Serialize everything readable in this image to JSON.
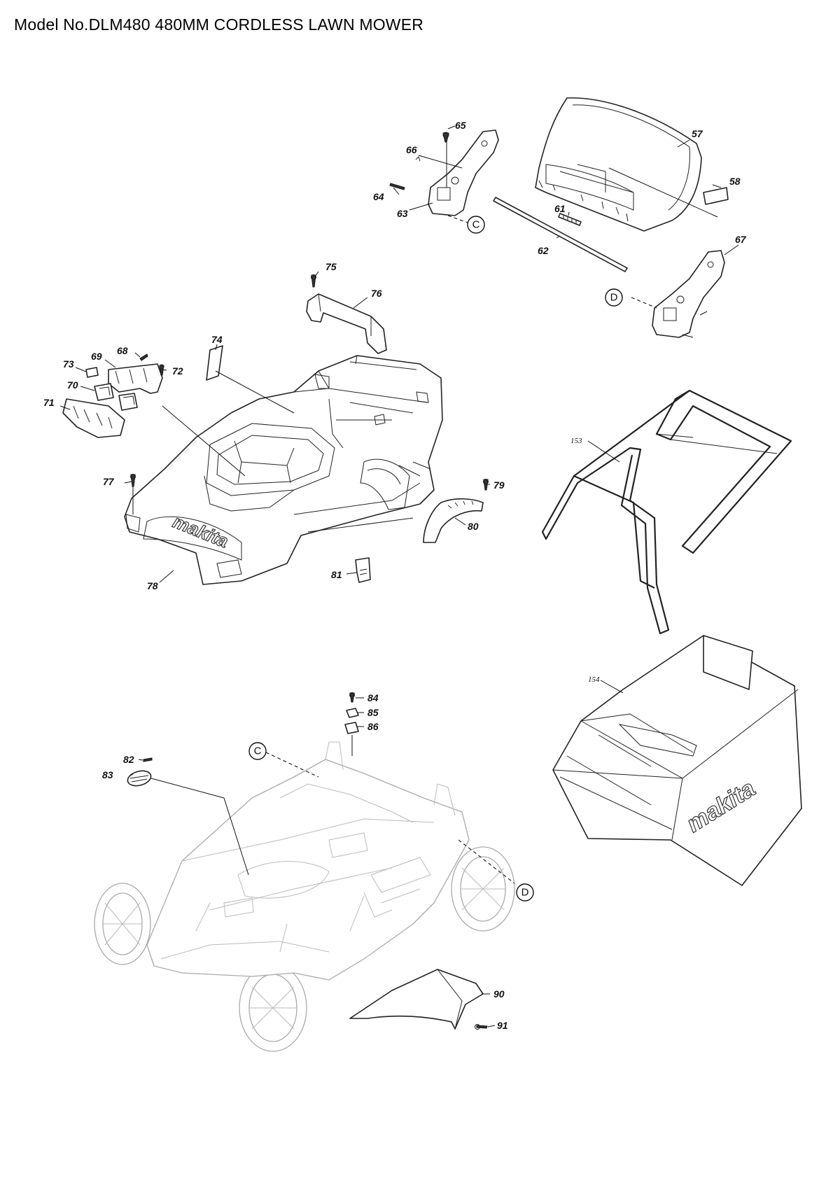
{
  "title": "Model No.DLM480 480MM CORDLESS LAWN MOWER",
  "brand_logo_text": "makita",
  "ref_markers": {
    "c": "C",
    "d": "D"
  },
  "parts": {
    "p57": "57",
    "p58": "58",
    "p61": "61",
    "p62": "62",
    "p63": "63",
    "p64": "64",
    "p65": "65",
    "p66": "66",
    "p67": "67",
    "p68": "68",
    "p69": "69",
    "p70": "70",
    "p71": "71",
    "p72": "72",
    "p73": "73",
    "p74": "74",
    "p75": "75",
    "p76": "76",
    "p77": "77",
    "p78": "78",
    "p79": "79",
    "p80": "80",
    "p81": "81",
    "p82": "82",
    "p83": "83",
    "p84": "84",
    "p85": "85",
    "p86": "86",
    "p90": "90",
    "p91": "91",
    "p153": "153",
    "p154": "154"
  }
}
